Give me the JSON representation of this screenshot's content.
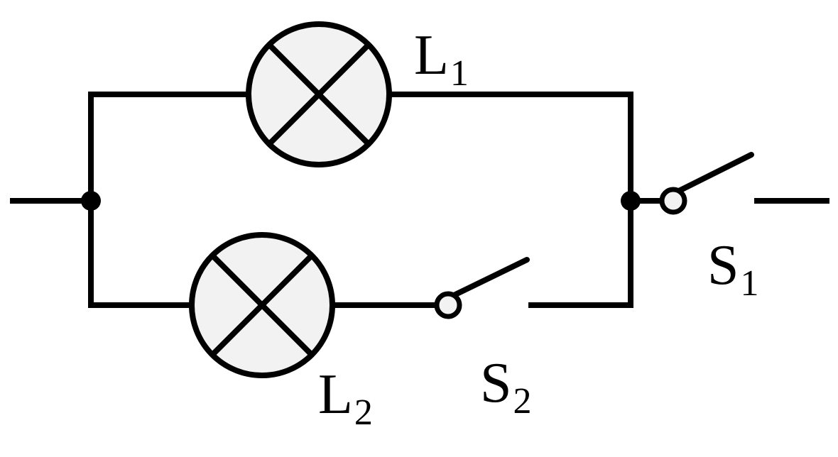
{
  "labels": {
    "lamp1": {
      "main": "L",
      "sub": "1"
    },
    "lamp2": {
      "main": "L",
      "sub": "2"
    },
    "switch1": {
      "main": "S",
      "sub": "1"
    },
    "switch2": {
      "main": "S",
      "sub": "2"
    }
  },
  "colors": {
    "stroke": "#000000",
    "fill": "#f2f2f2",
    "background": "#ffffff"
  }
}
